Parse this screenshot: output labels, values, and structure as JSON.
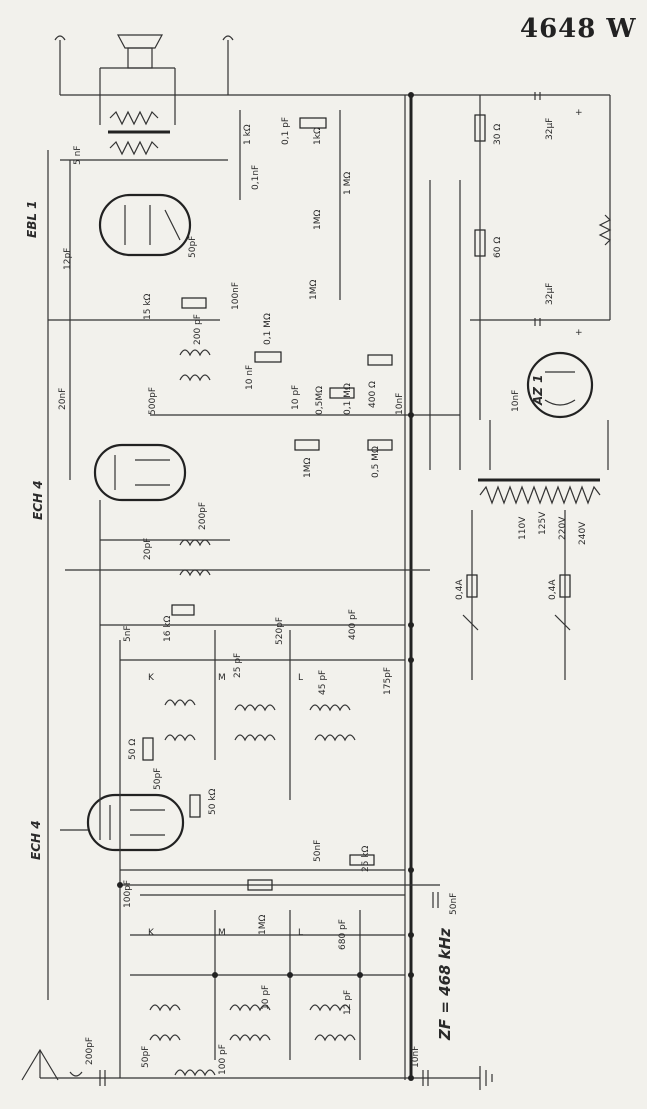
{
  "title": "4648 W",
  "tubes": {
    "output": "EBL 1",
    "if_mixer": "ECH 4",
    "rf_mixer": "ECH 4",
    "rectifier": "AZ 1"
  },
  "if_note": "ZF = 468 kHz",
  "labels": {
    "c_5nf": "5 nF",
    "c_12pf": "12pF",
    "r_1k": "1 kΩ",
    "c_01pf": "0,1 pF",
    "r_1k_b": "1kΩ",
    "c_01nf": "0,1nF",
    "r_1m": "1 MΩ",
    "r_1m_b": "1MΩ",
    "c_50pf": "50pF",
    "c_100nf": "100nF",
    "r_15k": "15 kΩ",
    "c_200pf": "200 pF",
    "r_1m_c": "1MΩ",
    "r_01m": "0,1 MΩ",
    "c_10nf_a": "10 nF",
    "c_10pf": "10 pF",
    "r_05m": "0,5MΩ",
    "r_01m_b": "0,1 MΩ",
    "r_400": "400 Ω",
    "c_10nf_b": "10nF",
    "c_20nf": "20nF",
    "c_500pf": "500pF",
    "r_1m_d": "1MΩ",
    "r_05m_b": "0,5 MΩ",
    "r_30": "30 Ω",
    "r_60": "60 Ω",
    "c_32uf_a": "32μF",
    "c_32uf_b": "32μF",
    "c_10nf_c": "10nF",
    "c_200pf_b": "200pF",
    "c_20pf": "20pF",
    "r_16k": "16 kΩ",
    "c_5nf_b": "5nF",
    "c_520pf": "520pF",
    "c_400pf": "400 pF",
    "c_25pf": "25 pF",
    "c_45pf": "45 pF",
    "c_175pf": "175pF",
    "r_50": "50 Ω",
    "c_50pf_b": "50pF",
    "r_50k": "50 kΩ",
    "c_50nf": "50nF",
    "r_25k": "25 kΩ",
    "c_100pf": "100pF",
    "r_1m_e": "1MΩ",
    "c_680pf": "680 pF",
    "c_10pf_b": "10 pF",
    "c_12pf_b": "12 pF",
    "c_50nf_b": "50nF",
    "c_200pf_c": "200pF",
    "c_50pf_c": "50pF",
    "c_100pf_b": "100 pF",
    "c_10nf_d": "10nF",
    "v110": "110V",
    "v125": "125V",
    "v220": "220V",
    "v240": "240V",
    "fuse_a": "0,4A",
    "fuse_b": "0,4A",
    "band_k": "K",
    "band_m": "M",
    "band_l": "L",
    "band_k2": "K",
    "band_m2": "M",
    "band_l2": "L",
    "plus_a": "+",
    "plus_b": "+"
  }
}
